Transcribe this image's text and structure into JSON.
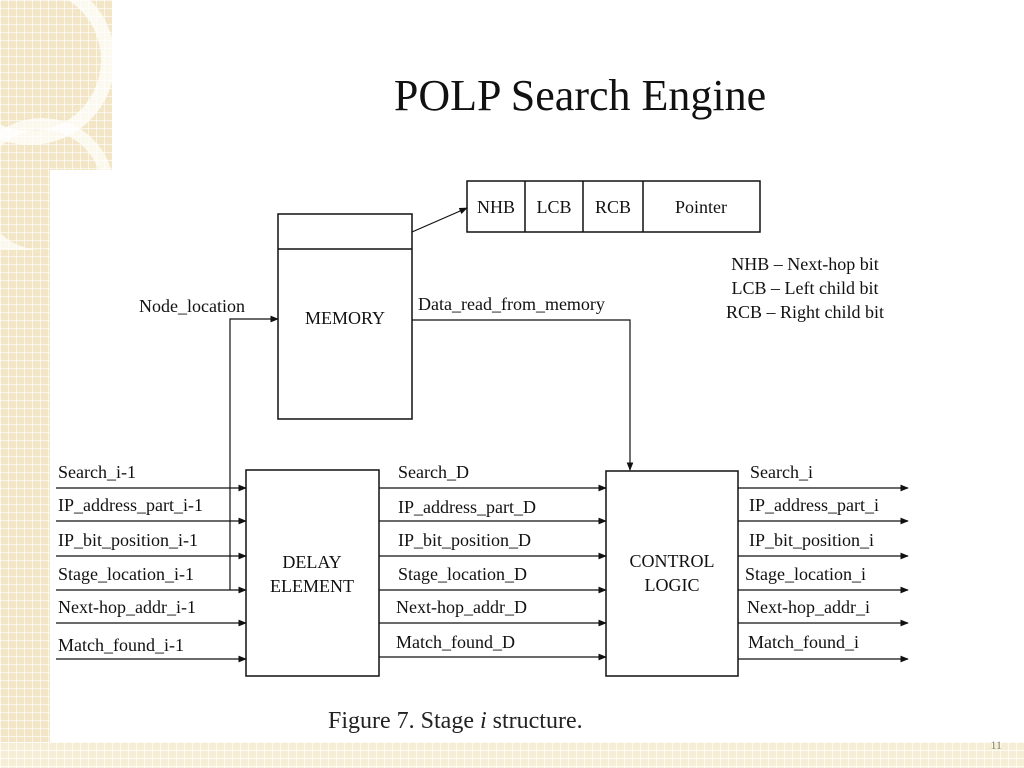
{
  "slide": {
    "title": "POLP Search Engine",
    "page_number": "11",
    "caption": {
      "prefix": "Figure 7. Stage ",
      "italic": "i",
      "suffix": " structure."
    }
  },
  "diagram": {
    "entry_fields": [
      "NHB",
      "LCB",
      "RCB",
      "Pointer"
    ],
    "legend": [
      "NHB – Next-hop bit",
      "LCB – Left child bit",
      "RCB – Right child bit"
    ],
    "blocks": {
      "memory": "MEMORY",
      "delay": [
        "DELAY",
        "ELEMENT"
      ],
      "control": [
        "CONTROL",
        "LOGIC"
      ]
    },
    "signals": {
      "node_location": "Node_location",
      "data_read": "Data_read_from_memory",
      "inputs": [
        "Search_i-1",
        "IP_address_part_i-1",
        "IP_bit_position_i-1",
        "Stage_location_i-1",
        "Next-hop_addr_i-1",
        "Match_found_i-1"
      ],
      "delayed": [
        "Search_D",
        "IP_address_part_D",
        "IP_bit_position_D",
        "Stage_location_D",
        "Next-hop_addr_D",
        "Match_found_D"
      ],
      "outputs": [
        "Search_i",
        "IP_address_part_i",
        "IP_bit_position_i",
        "Stage_location_i",
        "Next-hop_addr_i",
        "Match_found_i"
      ]
    }
  }
}
